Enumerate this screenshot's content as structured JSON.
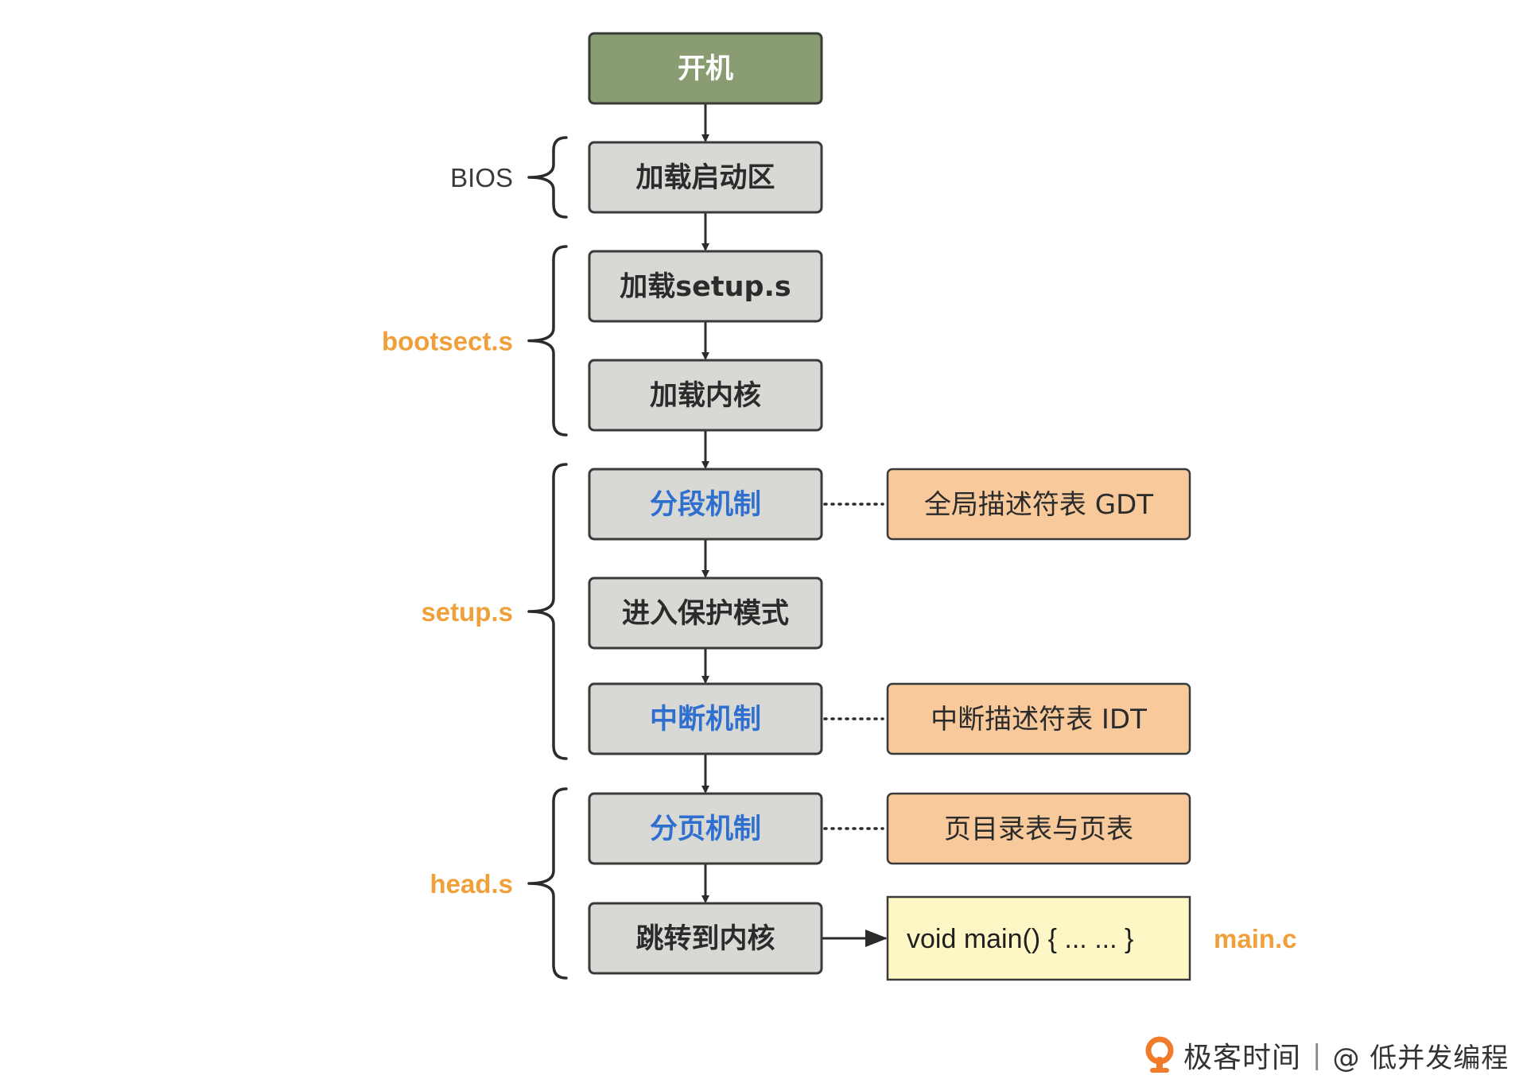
{
  "colors": {
    "start_fill": "#8a9d72",
    "step_fill": "#d8d8d5",
    "note_fill": "#f7c99b",
    "code_fill": "#fdf7c6",
    "border": "#3a3a3a",
    "blue_text": "#2f6fcf",
    "orange_text": "#f0a03a"
  },
  "steps": [
    {
      "text": "开机",
      "style": "start"
    },
    {
      "text": "加载启动区",
      "style": "normal"
    },
    {
      "text": "加载setup.s",
      "style": "normal"
    },
    {
      "text": "加载内核",
      "style": "normal"
    },
    {
      "text": "分段机制",
      "style": "blue"
    },
    {
      "text": "进入保护模式",
      "style": "normal"
    },
    {
      "text": "中断机制",
      "style": "blue"
    },
    {
      "text": "分页机制",
      "style": "blue"
    },
    {
      "text": "跳转到内核",
      "style": "normal"
    }
  ],
  "notes": [
    {
      "step": 4,
      "text": "全局描述符表 GDT",
      "link": "dotted",
      "style": "note"
    },
    {
      "step": 6,
      "text": "中断描述符表 IDT",
      "link": "dotted",
      "style": "note"
    },
    {
      "step": 7,
      "text": "页目录表与页表",
      "link": "dotted",
      "style": "note"
    },
    {
      "step": 8,
      "text": "void main() { ... ... }",
      "link": "arrow",
      "style": "code",
      "tag": "main.c"
    }
  ],
  "stages": [
    {
      "label": "BIOS",
      "from": 1,
      "to": 1,
      "color": "dark"
    },
    {
      "label": "bootsect.s",
      "from": 2,
      "to": 3,
      "color": "orange"
    },
    {
      "label": "setup.s",
      "from": 4,
      "to": 6,
      "color": "orange"
    },
    {
      "label": "head.s",
      "from": 7,
      "to": 8,
      "color": "orange"
    }
  ],
  "footer": {
    "brand": "极客时间",
    "separator": "|",
    "author": "@ 低并发编程",
    "logo_icon": "geektime-logo-icon"
  }
}
